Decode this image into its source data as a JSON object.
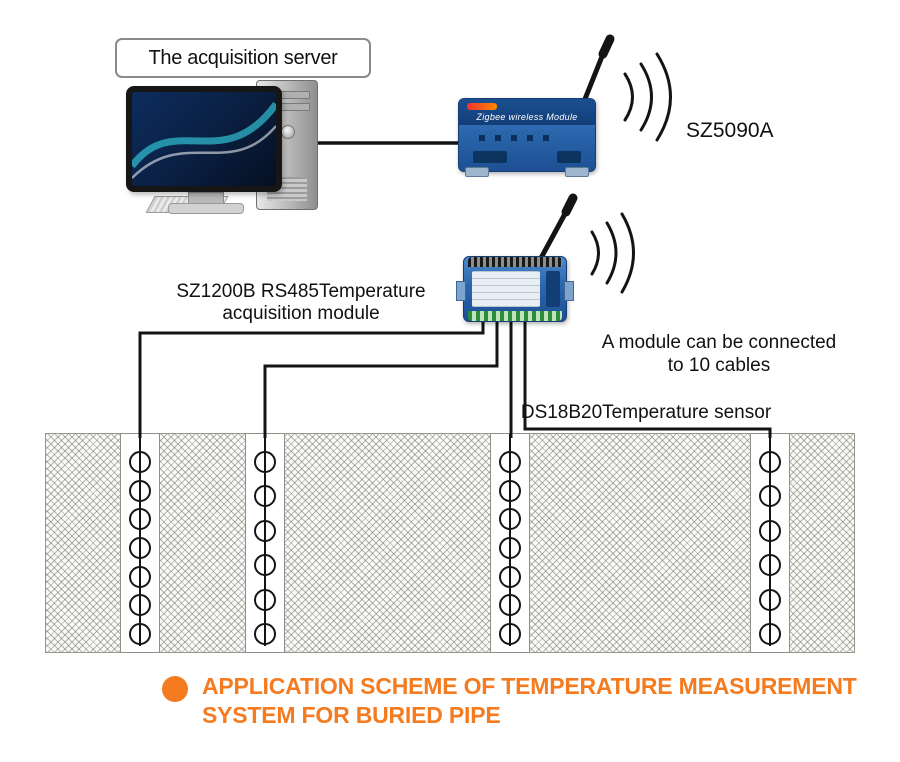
{
  "labels": {
    "acquisition_server": "The acquisition server",
    "gateway_model": "SZ5090A",
    "module_label_line1": "SZ1200B RS485Temperature",
    "module_label_line2": "acquisition module",
    "module_note_line1": "A module can be connected",
    "module_note_line2": "to 10 cables",
    "sensor_label": "DS18B20Temperature sensor"
  },
  "devices": {
    "gateway": {
      "panel_text": "Zigbee wireless Module"
    }
  },
  "pipes": {
    "count": 4,
    "sensor_counts": [
      7,
      6,
      7,
      6
    ]
  },
  "footer": {
    "title_line1": "APPLICATION SCHEME OF TEMPERATURE MEASUREMENT",
    "title_line2": "SYSTEM FOR BURIED PIPE",
    "accent_color": "#f47b20"
  },
  "colors": {
    "device_blue": "#2b66ac",
    "line_black": "#141414",
    "accent_orange": "#f47b20"
  }
}
